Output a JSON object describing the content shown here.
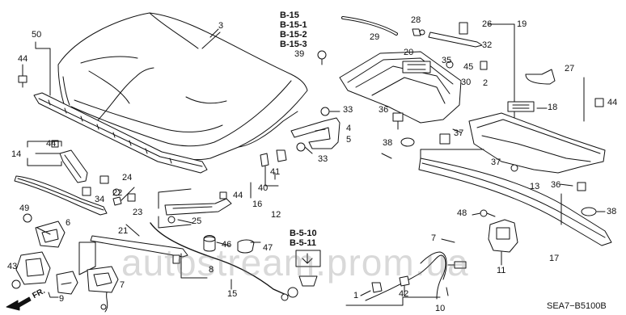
{
  "diagram": {
    "code": "SEA7−B5100B",
    "watermark": "autostream.prom.ua",
    "direction_label": "FR.",
    "ref_group_top": [
      "B-15",
      "B-15-1",
      "B-15-2",
      "B-15-3"
    ],
    "ref_group_bottom": [
      "B-5-10",
      "B-5-11"
    ],
    "parts": {
      "p1": "1",
      "p2": "2",
      "p3": "3",
      "p4": "4",
      "p5": "5",
      "p6": "6",
      "p7": "7",
      "p8": "8",
      "p9": "9",
      "p10": "10",
      "p11": "11",
      "p12": "12",
      "p13": "13",
      "p14": "14",
      "p15": "15",
      "p16": "16",
      "p17": "17",
      "p18": "18",
      "p19": "19",
      "p20": "20",
      "p21": "21",
      "p22": "22",
      "p23": "23",
      "p24": "24",
      "p25": "25",
      "p26": "26",
      "p27": "27",
      "p28": "28",
      "p29": "29",
      "p30": "30",
      "p32": "32",
      "p33a": "33",
      "p33b": "33",
      "p34": "34",
      "p35": "35",
      "p36a": "36",
      "p36b": "36",
      "p37a": "37",
      "p37b": "37",
      "p38a": "38",
      "p38b": "38",
      "p39": "39",
      "p40": "40",
      "p41": "41",
      "p42": "42",
      "p43": "43",
      "p44a": "44",
      "p44b": "44",
      "p44c": "44",
      "p44d": "44",
      "p45": "45",
      "p46": "46",
      "p47": "47",
      "p48": "48",
      "p49": "49",
      "p50": "50"
    }
  }
}
